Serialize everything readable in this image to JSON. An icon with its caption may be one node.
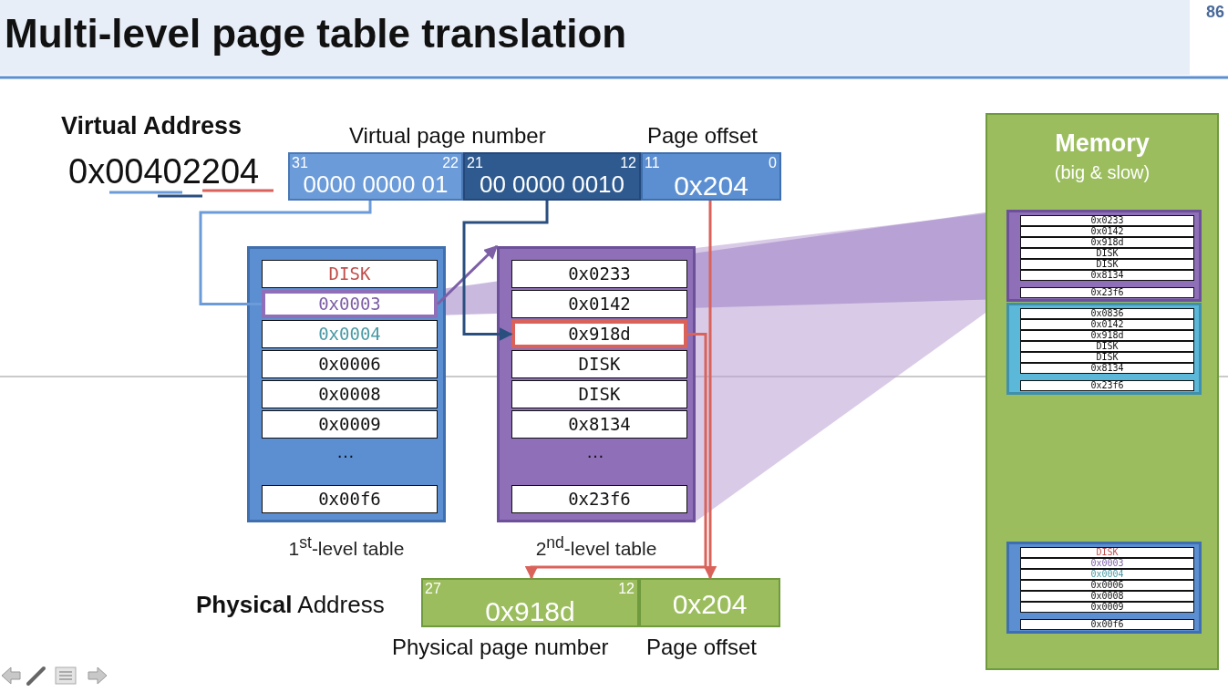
{
  "diagram": {
    "title": "Multi-level page table translation",
    "nodes": [
      {
        "text": [
          "31",
          "22",
          "0000 0000 01"
        ]
      },
      {
        "text": [
          "21",
          "12",
          "00 0000 0010"
        ]
      },
      {
        "text": [
          "11",
          "0",
          "0x204"
        ]
      },
      {
        "text": [
          "1$^{st}$-level table"
        ]
      },
      {
        "text": [
          "DISK"
        ],
        "in": 3
      },
      {
        "text": [
          "0x0003"
        ],
        "in": 3
      },
      {
        "text": [
          "0x0004"
        ],
        "in": 3
      },
      {
        "text": [
          "0x0006"
        ],
        "in": 3
      },
      {
        "text": [
          "0x0008"
        ],
        "in": 3
      },
      {
        "text": [
          "0x0009"
        ],
        "in": 3
      },
      {
        "text": [
          "0x00f6"
        ],
        "in": 3
      },
      {
        "text": [
          "2$^{nd}$-level table"
        ]
      },
      {
        "text": [
          "0x0233"
        ],
        "in": 11
      },
      {
        "text": [
          "0x0142"
        ],
        "in": 11
      },
      {
        "text": [
          "0x918d"
        ],
        "in": 11
      },
      {
        "text": [
          "DISK"
        ],
        "in": 11
      },
      {
        "text": [
          "DISK"
        ],
        "in": 11
      },
      {
        "text": [
          "0x8134"
        ],
        "in": 11
      },
      {
        "text": [
          "0x23f6"
        ],
        "in": 11
      },
      {
        "text": [
          "Memory",
          "(big & slow)"
        ]
      },
      {
        "text": [],
        "shape": "box",
        "in": 19
      },
      {
        "text": [
          "0x0233"
        ],
        "in": 20
      },
      {
        "text": [
          "0x0142"
        ],
        "in": 20
      },
      {
        "text": [
          "0x918d"
        ],
        "in": 20
      },
      {
        "text": [
          "DISK"
        ],
        "in": 20
      },
      {
        "text": [
          "DISK"
        ],
        "in": 20
      },
      {
        "text": [
          "0x8134"
        ],
        "in": 20
      },
      {
        "text": [
          "0x23f6"
        ],
        "in": 20
      },
      {
        "text": [],
        "shape": "box",
        "in": 19
      },
      {
        "text": [
          "0x0836"
        ],
        "in": 28
      },
      {
        "text": [
          "0x0142"
        ],
        "in": 28
      },
      {
        "text": [
          "0x918d"
        ],
        "in": 28
      },
      {
        "text": [
          "DISK"
        ],
        "in": 28
      },
      {
        "text": [
          "DISK"
        ],
        "in": 28
      },
      {
        "text": [
          "0x8134"
        ],
        "in": 28
      },
      {
        "text": [
          "0x23f6"
        ],
        "in": 28
      },
      {
        "text": [],
        "shape": "box",
        "in": 19
      },
      {
        "text": [
          "DISK"
        ],
        "in": 36
      },
      {
        "text": [
          "0x0003"
        ],
        "in": 36
      },
      {
        "text": [
          "0x0004"
        ],
        "in": 36
      },
      {
        "text": [
          "0x0006"
        ],
        "in": 36
      },
      {
        "text": [
          "0x0008"
        ],
        "in": 36
      },
      {
        "text": [
          "0x0009"
        ],
        "in": 36
      },
      {
        "text": [
          "0x00f6"
        ],
        "in": 36
      },
      {
        "text": [
          "27",
          "12",
          "0x918d"
        ]
      },
      {
        "text": [
          "0x204"
        ]
      }
    ],
    "edges": [
      {
        "from": 0,
        "to": 5,
        "arrow": "none",
        "color": "#6b9bd8"
      },
      {
        "from": 5,
        "to": 11,
        "arrow": "to",
        "color": "#7d5fa6"
      },
      {
        "from": 1,
        "to": 14,
        "arrow": "to",
        "color": "#2a4f7f"
      },
      {
        "from": 14,
        "to": 44,
        "arrow": "to"
      },
      {
        "from": 2,
        "to": 45,
        "arrow": "to"
      }
    ],
    "labels": [
      "86",
      "Virtual Address",
      "0x00402204",
      "Virtual page number",
      "Page offset",
      "…",
      "…",
      "**Physical** Address",
      "Physical page number",
      "Page offset"
    ]
  }
}
